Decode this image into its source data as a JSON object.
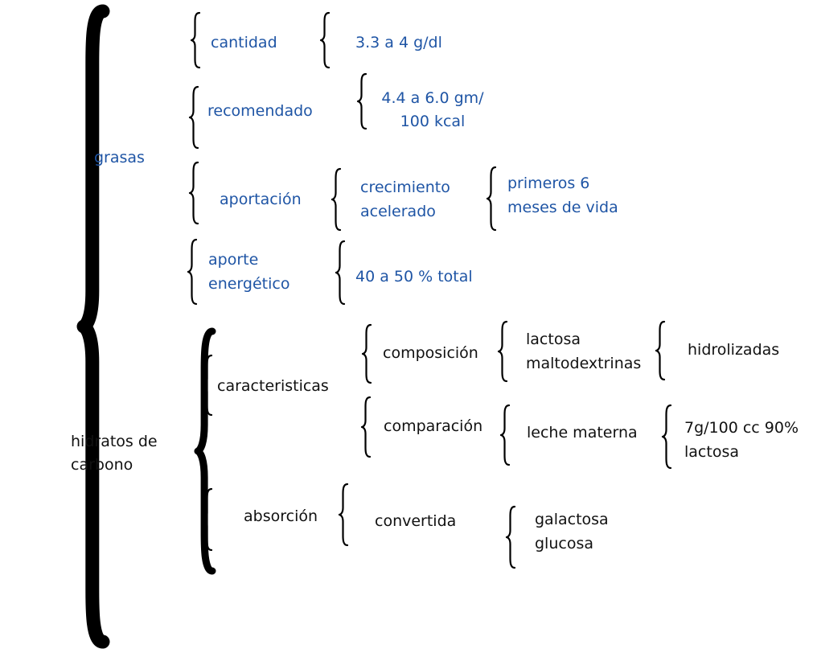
{
  "colors": {
    "fats_text": "#1F55A5",
    "carbs_text": "#111111",
    "brace": "#000000"
  },
  "grasas": {
    "label": "grasas",
    "cantidad": {
      "label": "cantidad",
      "value": "3.3 a 4 g/dl"
    },
    "recomendado": {
      "label": "recomendado",
      "value_line1": "4.4 a 6.0 gm/",
      "value_line2": "100 kcal"
    },
    "aportacion": {
      "label": "aportación",
      "detail_line1": "crecimiento",
      "detail_line2": "acelerado",
      "period_line1": "primeros 6",
      "period_line2": "meses de vida"
    },
    "aporte_energetico": {
      "label_line1": "aporte",
      "label_line2": "energético",
      "value": "40 a 50 % total"
    }
  },
  "hidratos": {
    "label_line1": "hidratos de",
    "label_line2": "carbono",
    "caracteristicas": {
      "label": "caracteristicas",
      "composicion": {
        "label": "composición",
        "item1": "lactosa",
        "item2": "maltodextrinas",
        "note": "hidrolizadas"
      },
      "comparacion": {
        "label": "comparación",
        "item": "leche materna",
        "value_line1": "7g/100 cc 90%",
        "value_line2": "lactosa"
      }
    },
    "absorcion": {
      "label": "absorción",
      "converted": "convertida",
      "result1": "galactosa",
      "result2": "glucosa"
    }
  }
}
